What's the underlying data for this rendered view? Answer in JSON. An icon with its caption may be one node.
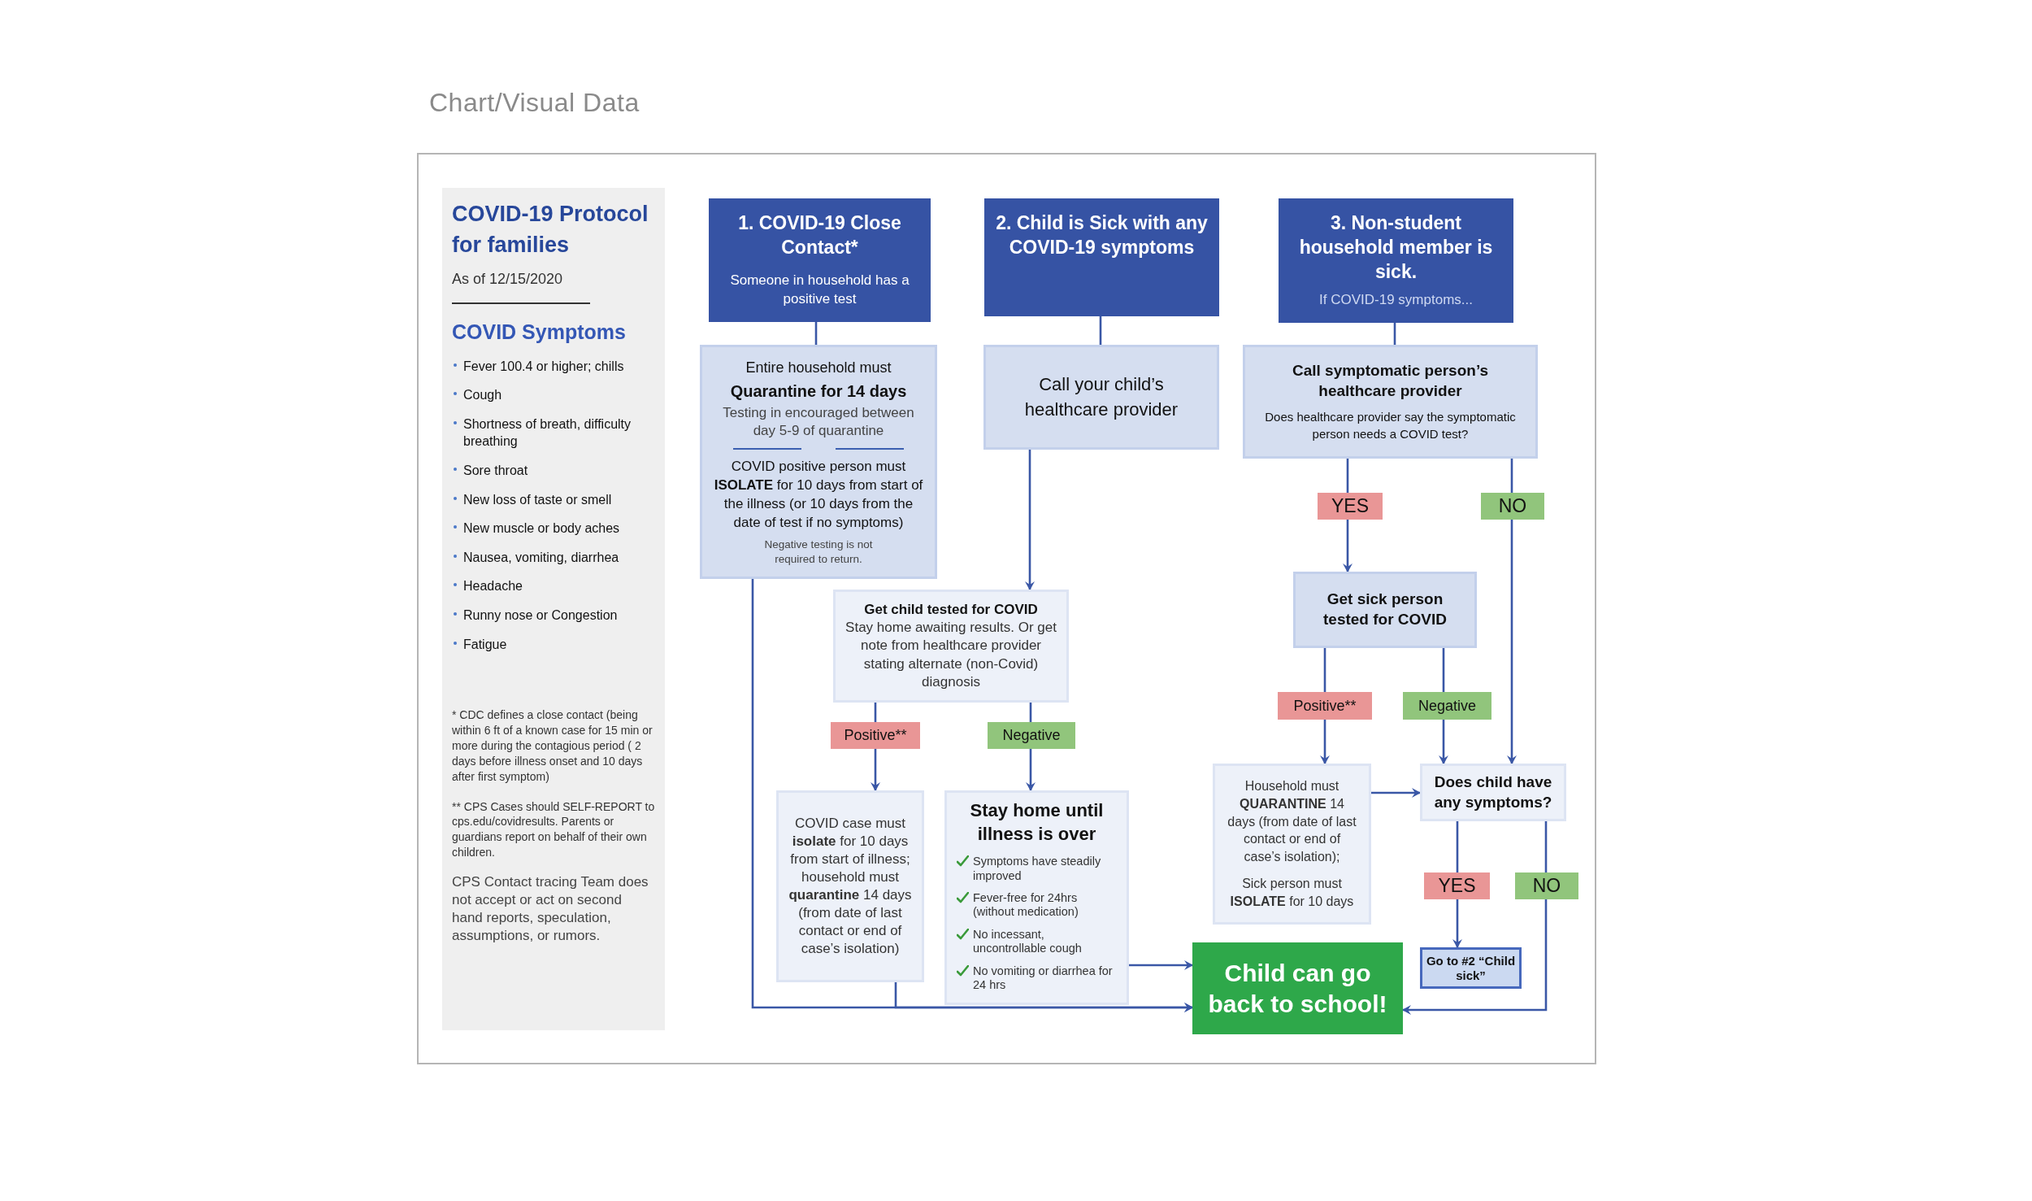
{
  "diagram": {
    "title": "Chart/Visual Data",
    "nodes": [
      {
        "text": [
          "COVID-19 Protocol for families",
          "As of 12/15/2020",
          "COVID Symptoms",
          "Fever 100.4 or higher; chills",
          "Cough",
          "Shortness of breath, difficulty breathing",
          "Sore throat",
          "New loss of taste or smell",
          "New muscle or body aches",
          "Nausea, vomiting, diarrhea",
          "Headache",
          "Runny nose or Congestion",
          "Fatigue",
          "* CDC defines a close contact (being within 6 ft of a known case for 15 min or more during the contagious period ( 2 days before illness onset and 10 days after first symptom)",
          "** CPS Cases should SELF-REPORT to cps.edu/covidresults. Parents or guardians report on behalf of their own children.",
          "CPS Contact tracing Team does not accept or act on second hand reports, speculation, assumptions, or rumors."
        ]
      },
      {
        "text": [
          "1. COVID-19 Close Contact*",
          "Someone in household has a positive test"
        ]
      },
      {
        "text": [
          "2. Child is Sick with any COVID-19 symptoms"
        ]
      },
      {
        "text": [
          "3. Non-student household member is **sick.**",
          "If COVID-19 symptoms..."
        ]
      },
      {
        "text": [
          "Entire household must",
          "Quarantine for 14 days",
          "Testing in encouraged between day 5-9 of quarantine",
          "COVID positive person must **ISOLATE** for 10 days from start of the illness (or 10 days from the date of test if no symptoms)",
          "Negative testing is not required to return."
        ]
      },
      {
        "text": [
          "Call your child’s healthcare provider"
        ]
      },
      {
        "text": [
          "Call symptomatic person’s healthcare provider",
          "Does healthcare provider say the symptomatic person needs a COVID test?"
        ]
      },
      {
        "text": [
          "YES"
        ]
      },
      {
        "text": [
          "NO"
        ]
      },
      {
        "text": [
          "Get sick person tested for COVID"
        ]
      },
      {
        "text": [
          "Get child tested for COVID",
          "Stay home awaiting results. Or get note from healthcare provider stating alternate (non-Covid) diagnosis"
        ]
      },
      {
        "text": [
          "Positive**"
        ]
      },
      {
        "text": [
          "Negative"
        ]
      },
      {
        "text": [
          "COVID case must **isolate** for 10 days from start of illness; household must **quarantine** 14 days (from date of last contact or end of case’s isolation)"
        ]
      },
      {
        "text": [
          "Stay home until illness is over",
          "Symptoms have steadily improved",
          "Fever-free for 24hrs (without medication)",
          "No incessant, uncontrollable cough",
          "No vomiting or diarrhea for 24 hrs"
        ]
      },
      {
        "text": [
          "Positive**"
        ]
      },
      {
        "text": [
          "Negative"
        ]
      },
      {
        "text": [
          "Household must **QUARANTINE** 14 days (from date of last contact or end of case’s isolation);",
          "Sick person must **ISOLATE** for 10 days"
        ]
      },
      {
        "text": [
          "Does child have any symptoms?"
        ]
      },
      {
        "text": [
          "YES"
        ]
      },
      {
        "text": [
          "NO"
        ]
      },
      {
        "text": [
          "Child can go back to school!"
        ]
      },
      {
        "text": [
          "Go to #2 “Child sick”"
        ]
      }
    ],
    "edges": [
      {
        "from": 1,
        "to": 4,
        "arrow": "none"
      },
      {
        "from": 2,
        "to": 5,
        "arrow": "none"
      },
      {
        "from": 3,
        "to": 6,
        "arrow": "none"
      },
      {
        "from": 6,
        "to": 7,
        "arrow": "none"
      },
      {
        "from": 7,
        "to": 9,
        "arrow": "to"
      },
      {
        "from": 6,
        "to": 8,
        "arrow": "none"
      },
      {
        "from": 8,
        "to": 18,
        "arrow": "to"
      },
      {
        "from": 5,
        "to": 10,
        "arrow": "to"
      },
      {
        "from": 10,
        "to": 11,
        "arrow": "none"
      },
      {
        "from": 11,
        "to": 13,
        "arrow": "to"
      },
      {
        "from": 10,
        "to": 12,
        "arrow": "none"
      },
      {
        "from": 12,
        "to": 14,
        "arrow": "to"
      },
      {
        "from": 4,
        "to": 21,
        "arrow": "to"
      },
      {
        "from": 13,
        "to": 21,
        "arrow": "to"
      },
      {
        "from": 14,
        "to": 21,
        "arrow": "to"
      },
      {
        "from": 9,
        "to": 15,
        "arrow": "none"
      },
      {
        "from": 15,
        "to": 17,
        "arrow": "to"
      },
      {
        "from": 9,
        "to": 16,
        "arrow": "none"
      },
      {
        "from": 16,
        "to": 18,
        "arrow": "to"
      },
      {
        "from": 17,
        "to": 18,
        "arrow": "to"
      },
      {
        "from": 18,
        "to": 19,
        "arrow": "none"
      },
      {
        "from": 19,
        "to": 22,
        "arrow": "to"
      },
      {
        "from": 18,
        "to": 20,
        "arrow": "none"
      },
      {
        "from": 20,
        "to": 21,
        "arrow": "to"
      }
    ]
  }
}
